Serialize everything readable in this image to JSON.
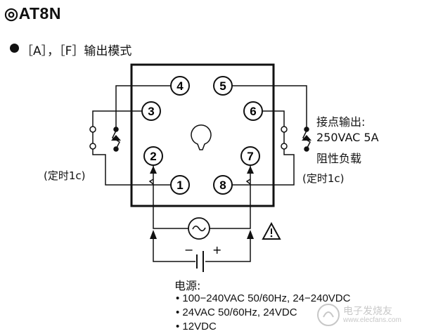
{
  "title": "◎AT8N",
  "subtitle": "［A］，［F］输出模式",
  "terminals": [
    "1",
    "2",
    "3",
    "4",
    "5",
    "6",
    "7",
    "8"
  ],
  "contact_output": {
    "line1": "接点输出:",
    "line2": "250VAC 5A",
    "line3": "阻性负载"
  },
  "timer_label_left": "(定时1c)",
  "timer_label_right": "(定时1c)",
  "dc_minus": "−",
  "dc_plus": "+",
  "power": {
    "title": "电源:",
    "items": [
      "• 100−240VAC 50/60Hz, 24−240VDC",
      "• 24VAC 50/60Hz, 24VDC",
      "• 12VDC"
    ]
  },
  "watermark": {
    "text": "电子发烧友",
    "url": "www.elecfans.com"
  },
  "icons": {
    "warning": "warning-triangle-icon",
    "ac_source": "ac-sine-icon"
  }
}
